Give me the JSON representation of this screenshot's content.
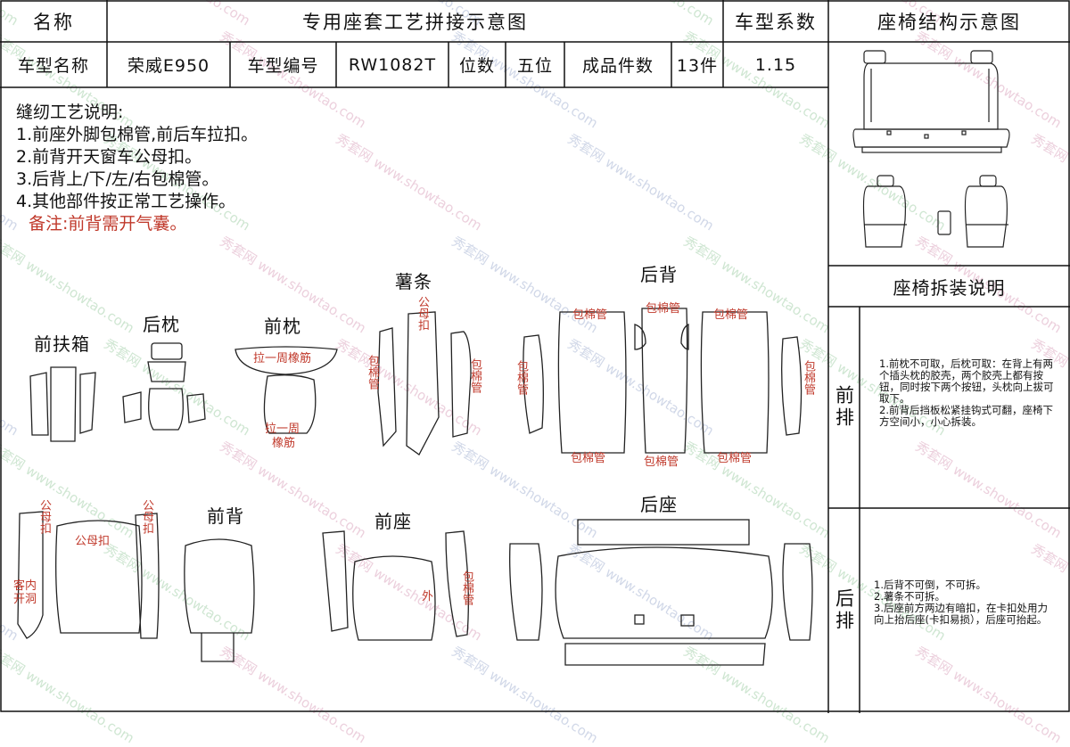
{
  "header": {
    "name_label": "名称",
    "title": "专用座套工艺拼接示意图",
    "coef_label": "车型系数",
    "structure_title": "座椅结构示意图"
  },
  "info_row": {
    "model_name_label": "车型名称",
    "model_name": "荣威E950",
    "model_code_label": "车型编号",
    "model_code": "RW1082T",
    "seats_label": "位数",
    "seats": "五位",
    "pieces_label": "成品件数",
    "pieces": "13件",
    "coef": "1.15"
  },
  "notes": {
    "title": "缝纫工艺说明:",
    "items": [
      "1.前座外脚包棉管,前后车拉扣。",
      "2.前背开天窗车公母扣。",
      "3.后背上/下/左/右包棉管。",
      "4.其他部件按正常工艺操作。"
    ],
    "remark": "备注:前背需开气囊。"
  },
  "pieces": {
    "front_armrest": "前扶箱",
    "rear_headrest": "后枕",
    "front_headrest": "前枕",
    "strip": "薯条",
    "rear_back": "后背",
    "front_back": "前背",
    "front_seat": "前座",
    "rear_seat": "后座"
  },
  "marks": {
    "pipe": "包棉管",
    "elastic_round": "拉一周橡筋",
    "elastic_round_b1": "拉一周",
    "elastic_round_b2": "橡筋",
    "male_female": "公母扣",
    "airbag_hole": "客内开洞",
    "outer": "外"
  },
  "disassembly": {
    "title": "座椅拆装说明",
    "front_label": "前排",
    "front_text": "1.前枕不可取，后枕可取：在背上有两个插头枕的胶壳，两个胶壳上都有按钮，同时按下两个按钮，头枕向上拔可取下。\n2.前背后挡板松紧挂钩式可翻，座椅下方空间小，小心拆装。",
    "rear_label": "后排",
    "rear_text": "1.后背不可倒，不可拆。\n2.薯条不可拆。\n3.后座前方两边有暗扣，在卡扣处用力向上抬后座(卡扣易损），后座可抬起。"
  },
  "watermark": {
    "cn": "秀套网",
    "url": "www.showtao.com"
  }
}
